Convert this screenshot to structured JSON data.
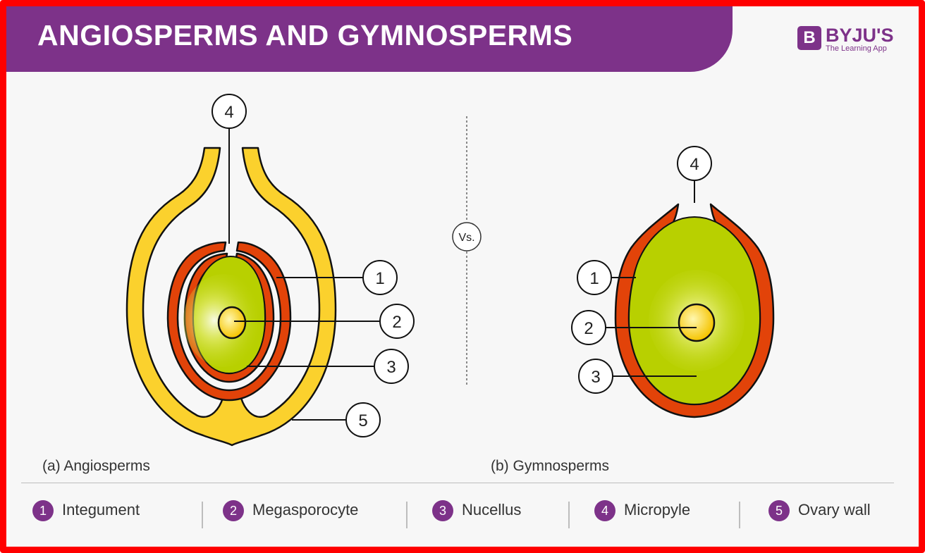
{
  "title": "ANGIOSPERMS AND GYMNOSPERMS",
  "brand": {
    "logo_letter": "B",
    "name": "BYJU'S",
    "tagline": "The Learning App"
  },
  "colors": {
    "header": "#7d3289",
    "border": "#ff0000",
    "ovary_wall": "#fbd12d",
    "integument": "#e24309",
    "nucellus": "#b8d000",
    "megasporocyte": "#f7c900",
    "outline": "#111111"
  },
  "vs_label": "Vs.",
  "captions": {
    "angiosperm": "(a) Angiosperms",
    "gymnosperm": "(b) Gymnosperms"
  },
  "callouts": {
    "angio": [
      "4",
      "1",
      "2",
      "3",
      "5"
    ],
    "gymno": [
      "4",
      "1",
      "2",
      "3"
    ]
  },
  "legend": [
    {
      "num": "1",
      "label": "Integument"
    },
    {
      "num": "2",
      "label": "Megasporocyte"
    },
    {
      "num": "3",
      "label": "Nucellus"
    },
    {
      "num": "4",
      "label": "Micropyle"
    },
    {
      "num": "5",
      "label": "Ovary wall"
    }
  ]
}
